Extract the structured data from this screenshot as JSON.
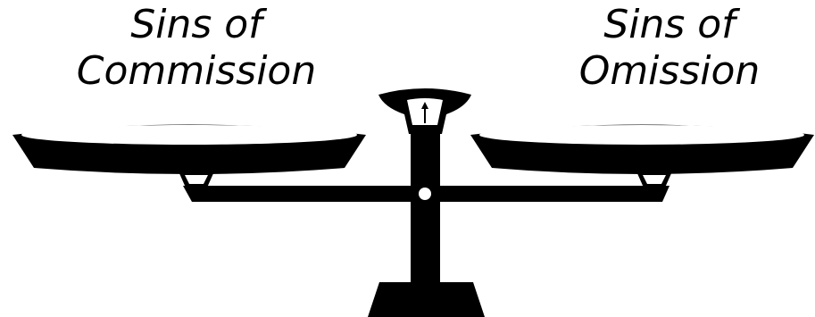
{
  "labels": {
    "left": {
      "line1": "Sins of",
      "line2": "Commission"
    },
    "right": {
      "line1": "Sins of",
      "line2": "Omission"
    }
  },
  "colors": {
    "ink": "#000000",
    "background": "#ffffff"
  },
  "icons": {
    "scale": "balance-scale-icon"
  }
}
